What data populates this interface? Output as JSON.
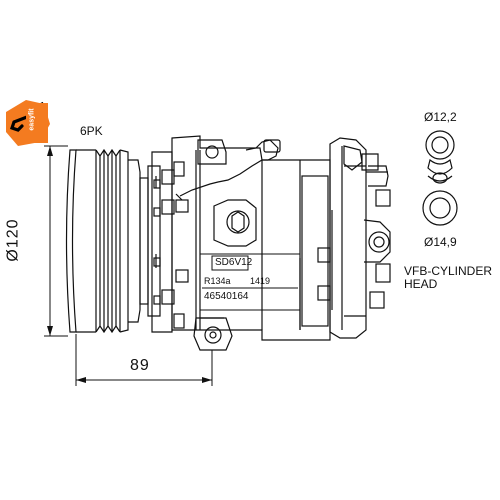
{
  "logo": {
    "text": "easyfit",
    "color": "#f47b20"
  },
  "labels": {
    "belt": "6PK",
    "pulley_diameter": "Ø120",
    "length": "89",
    "port_small": "Ø12,2",
    "port_large": "Ø14,9",
    "head_line1": "VFB-CYLINDER",
    "head_line2": "HEAD"
  },
  "nameplate": {
    "model": "SD6V12",
    "refrigerant": "R134a",
    "code": "1419",
    "part_number": "46540164"
  },
  "colors": {
    "line": "#111111",
    "accent": "#f47b20"
  }
}
